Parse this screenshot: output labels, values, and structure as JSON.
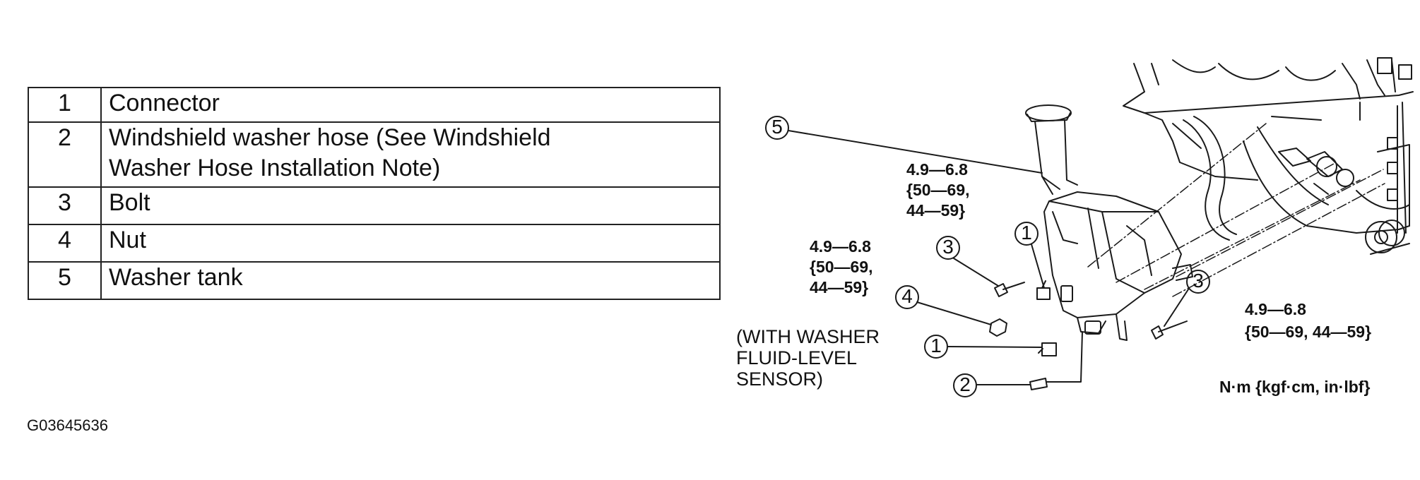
{
  "parts_table": {
    "rows": [
      {
        "num": "1",
        "lines": [
          "Connector"
        ]
      },
      {
        "num": "2",
        "lines": [
          "Windshield washer hose (See Windshield",
          "Washer Hose Installation Note)"
        ]
      },
      {
        "num": "3",
        "lines": [
          "Bolt"
        ]
      },
      {
        "num": "4",
        "lines": [
          "Nut"
        ]
      },
      {
        "num": "5",
        "lines": [
          "Washer tank"
        ]
      }
    ]
  },
  "figure_code": "G03645636",
  "diagram": {
    "callouts": {
      "c5": "5",
      "c1_top": "1",
      "c3_left": "3",
      "c4": "4",
      "c1_bottom": "1",
      "c2": "2",
      "c3_right": "3"
    },
    "torque_top": [
      "4.9—6.8",
      "{50—69,",
      "44—59}"
    ],
    "torque_left": [
      "4.9—6.8",
      "{50—69,",
      "44—59}"
    ],
    "torque_right": [
      "4.9—6.8",
      "{50—69, 44—59}"
    ],
    "sensor_note": [
      "(WITH WASHER",
      "FLUID-LEVEL",
      "SENSOR)"
    ],
    "units": "N·m {kgf·cm, in·lbf}"
  }
}
